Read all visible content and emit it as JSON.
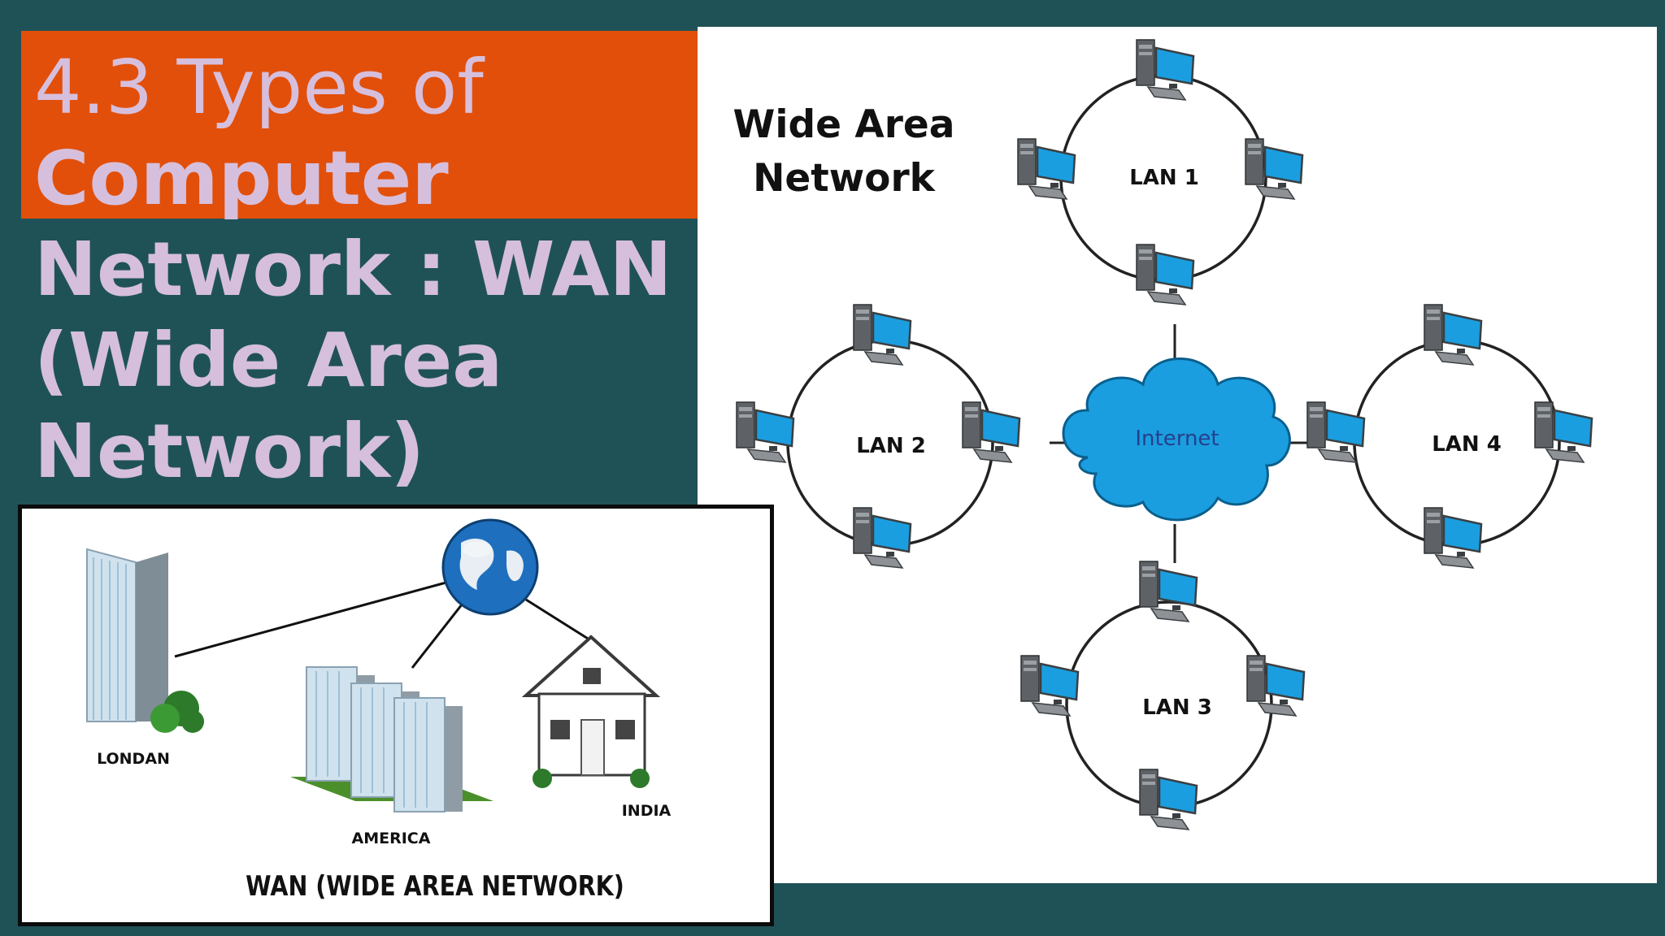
{
  "title": {
    "line1": "4.3 Types of",
    "line2": "Computer",
    "line3": "Network : WAN",
    "line4": "(Wide Area",
    "line5": "Network)"
  },
  "network_diagram": {
    "heading_line1": "Wide Area",
    "heading_line2": "Network",
    "center_label": "Internet",
    "lans": [
      "LAN 1",
      "LAN 2",
      "LAN 3",
      "LAN 4"
    ]
  },
  "wan_illustration": {
    "labels": [
      "LONDAN",
      "AMERICA",
      "INDIA"
    ],
    "caption": "WAN (WIDE AREA NETWORK)"
  },
  "colors": {
    "background": "#1f5257",
    "title_band": "#e24f0a",
    "title_text": "#d6bfdc",
    "cloud": "#1a9ee0",
    "monitor": "#1a9ee0"
  }
}
